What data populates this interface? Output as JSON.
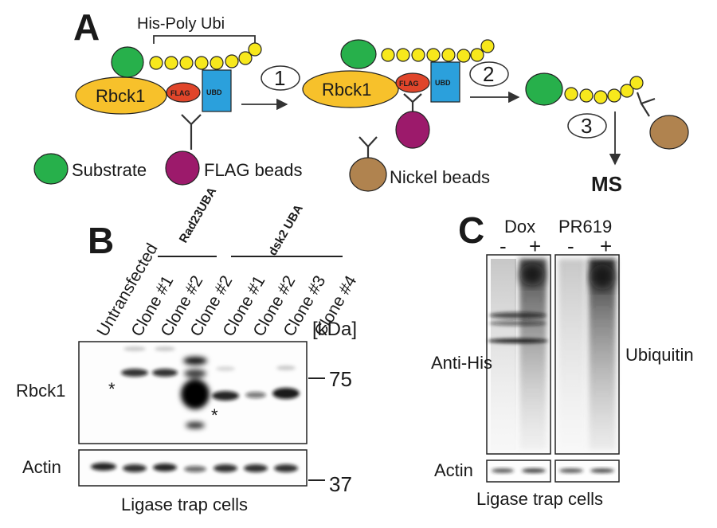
{
  "panels": {
    "a": {
      "letter": "A",
      "his_poly_ubi": "His-Poly Ubi",
      "rbck1": "Rbck1",
      "flag": "FLAG",
      "ubd": "UBD",
      "steps": [
        "1",
        "2",
        "3"
      ],
      "legend": {
        "substrate": "Substrate",
        "flag_beads": "FLAG beads",
        "nickel_beads": "Nickel beads"
      },
      "ms": "MS",
      "colors": {
        "substrate": "#27b04b",
        "rbck1": "#f7c12b",
        "ubiquitin": "#f7e81c",
        "flag": "#e0452a",
        "ubd": "#2ba0dc",
        "flag_bead": "#9c1a6b",
        "nickel_bead": "#b0834f"
      }
    },
    "b": {
      "letter": "B",
      "groups": {
        "rad23": "Rad23UBA",
        "dsk2": "dsk2 UBA"
      },
      "lanes": [
        "Untransfected",
        "Clone #1",
        "Clone #2",
        "Clone #2",
        "Clone #1",
        "Clone #2",
        "Clone #3",
        "Clone #4"
      ],
      "kda": "[kDa]",
      "markers": [
        "75",
        "37"
      ],
      "blots": {
        "rbck1": "Rbck1",
        "actin": "Actin"
      },
      "asterisk": "*",
      "footer": "Ligase trap cells"
    },
    "c": {
      "letter": "C",
      "treatments": [
        "Dox",
        "PR619"
      ],
      "signs": [
        "-",
        "+",
        "-",
        "+"
      ],
      "labels": {
        "anti_his": "Anti-His",
        "ubiquitin": "Ubiquitin",
        "actin": "Actin"
      },
      "footer": "Ligase trap cells"
    }
  }
}
